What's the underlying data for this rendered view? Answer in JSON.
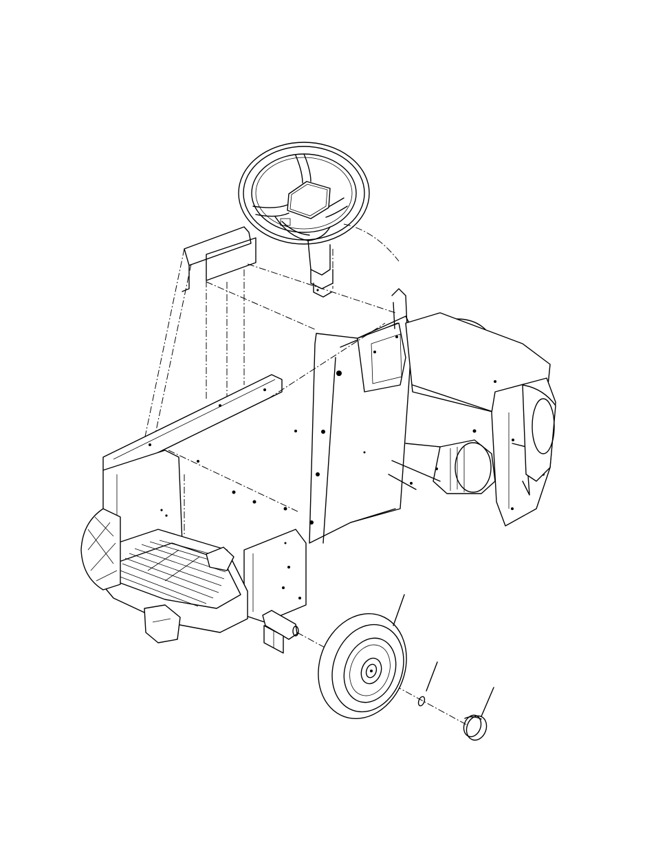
{
  "page": {
    "background": "#ffffff",
    "line_color": "#000000"
  },
  "drawing": {
    "kind": "exploded-parts-view",
    "components": [
      "steering-wheel",
      "steering-column",
      "frame",
      "operator-seat-area",
      "footrest-with-mat",
      "front-caster-wheel",
      "drive-wheel",
      "drive-motor",
      "brush-gear",
      "rear-wheel",
      "retaining-ring",
      "hub-cap",
      "axle-stud"
    ],
    "callouts": [
      {
        "id": "rear-wheel",
        "label": ""
      },
      {
        "id": "retaining-ring",
        "label": ""
      },
      {
        "id": "hub-cap",
        "label": ""
      }
    ]
  }
}
